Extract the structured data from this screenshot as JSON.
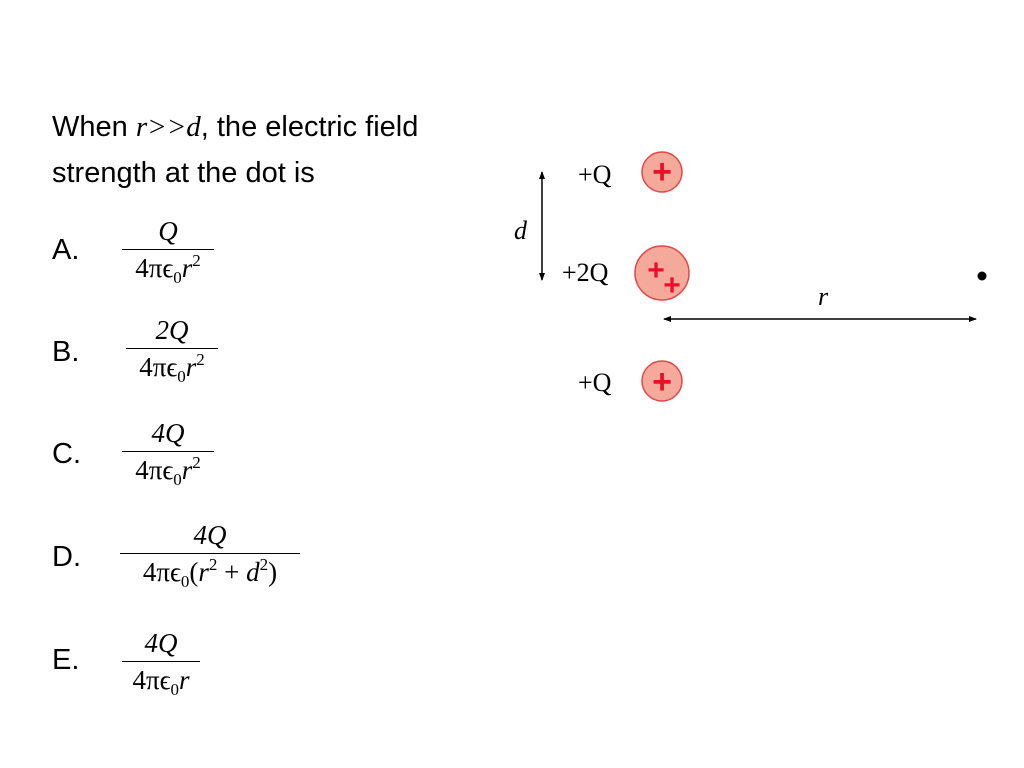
{
  "question": {
    "prefix": "When",
    "condition_r": "r",
    "condition_op": ">>",
    "condition_d": "d",
    "suffix": ", the electric field strength at the dot is"
  },
  "options": [
    {
      "letter": "A.",
      "numerator": "Q",
      "den_prefix": "4πϵ",
      "den_sub": "0",
      "den_var": "r",
      "den_sup": "2",
      "den_extra": ""
    },
    {
      "letter": "B.",
      "numerator": "2Q",
      "den_prefix": "4πϵ",
      "den_sub": "0",
      "den_var": "r",
      "den_sup": "2",
      "den_extra": ""
    },
    {
      "letter": "C.",
      "numerator": "4Q",
      "den_prefix": "4πϵ",
      "den_sub": "0",
      "den_var": "r",
      "den_sup": "2",
      "den_extra": ""
    },
    {
      "letter": "D.",
      "numerator": "4Q",
      "den_prefix": "4πϵ",
      "den_sub": "0",
      "den_open": "(",
      "den_var": "r",
      "den_sup": "2",
      "den_plus": " + ",
      "den_var2": "d",
      "den_sup2": "2",
      "den_close": ")"
    },
    {
      "letter": "E.",
      "numerator": "4Q",
      "den_prefix": "4πϵ",
      "den_sub": "0",
      "den_var": "r",
      "den_sup": "",
      "den_extra": ""
    }
  ],
  "diagram": {
    "charges": [
      {
        "label": "+Q",
        "sign": "+"
      },
      {
        "label": "+2Q",
        "sign": "++"
      },
      {
        "label": "+Q",
        "sign": "+"
      }
    ],
    "separation_label": "d",
    "distance_label": "r",
    "charge_fill": "#f4a99a",
    "charge_stroke": "#e0484a",
    "sign_color": "#e8102a"
  }
}
